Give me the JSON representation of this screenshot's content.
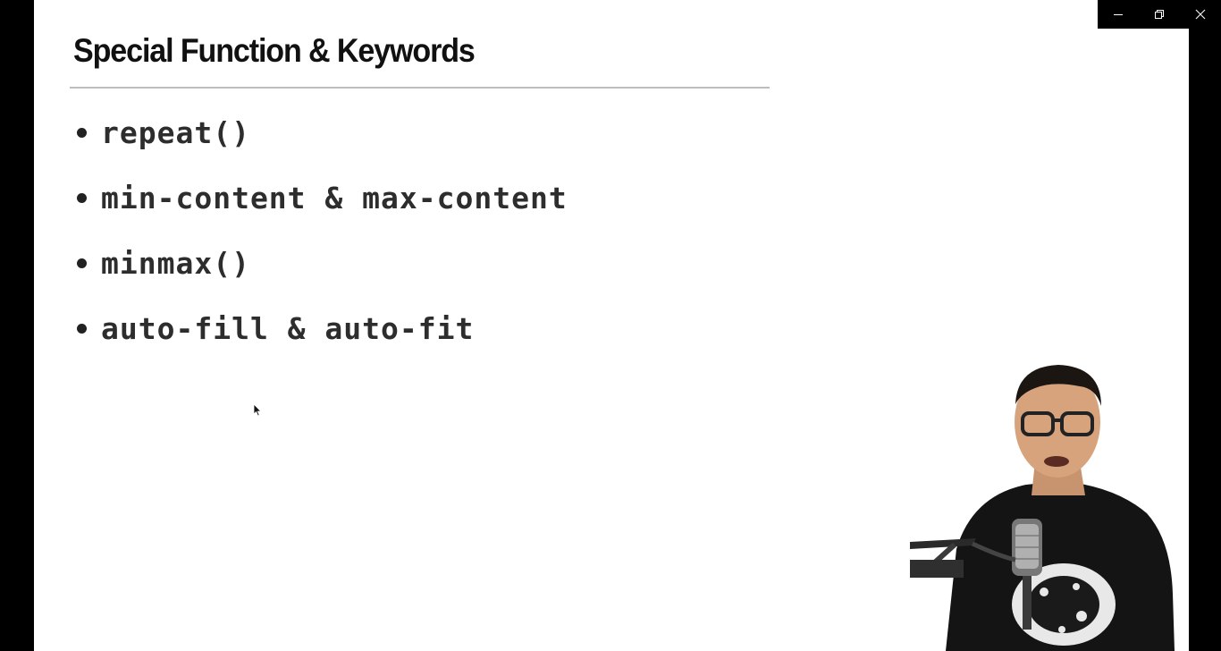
{
  "slide": {
    "title": "Special Function & Keywords",
    "bullets": [
      "repeat()",
      "min-content & max-content",
      "minmax()",
      "auto-fill & auto-fit"
    ]
  },
  "window_controls": {
    "icons": [
      "minimize-icon",
      "restore-icon",
      "close-icon"
    ]
  },
  "presenter": {
    "description_icon": "presenter-webcam"
  },
  "colors": {
    "background": "#000000",
    "slide": "#ffffff",
    "title_text": "#111111",
    "bullet_text": "#2d2d2d",
    "rule": "#bdbdbd"
  }
}
